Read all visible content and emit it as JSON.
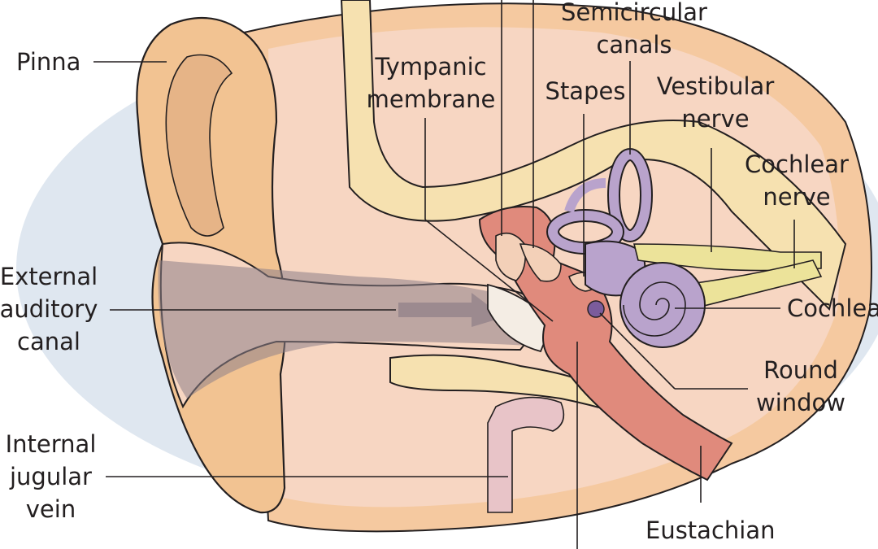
{
  "labels": {
    "pinna": "Pinna",
    "tympanic_1": "Tympanic",
    "tympanic_2": "membrane",
    "semicircular_1": "Semicircular",
    "semicircular_2": "canals",
    "stapes": "Stapes",
    "vestibular_1": "Vestibular",
    "vestibular_2": "nerve",
    "cochlear_nerve_1": "Cochlear",
    "cochlear_nerve_2": "nerve",
    "external_1": "External",
    "external_2": "auditory",
    "external_3": "canal",
    "cochlea": "Cochlea",
    "round_1": "Round",
    "round_2": "window",
    "internal_1": "Internal",
    "internal_2": "jugular",
    "internal_3": "vein",
    "eustachian": "Eustachian"
  },
  "colors": {
    "background_ellipse": "#dfe7f0",
    "head_outer": "#f5c9a0",
    "skin": "#f7d6c2",
    "bone": "#f6e1b0",
    "pinna": "#f2c392",
    "canal_shadow": "#8e7f88",
    "middle_ear": "#e08a7c",
    "inner_ear": "#b9a3cc",
    "nerve": "#ece39a",
    "outline": "#231f20"
  }
}
